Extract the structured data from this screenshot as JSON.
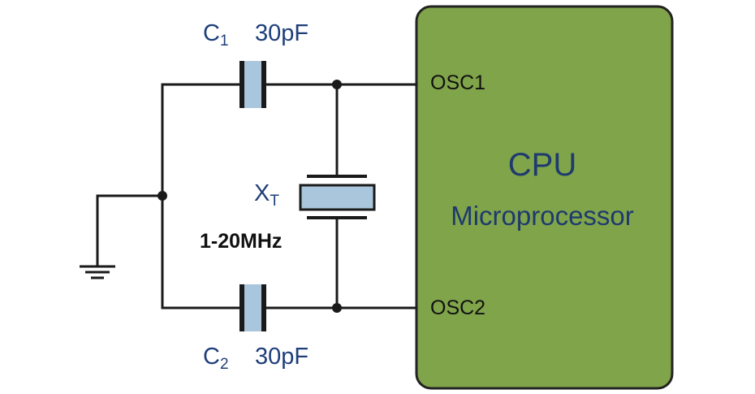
{
  "capacitors": {
    "c1": {
      "letter": "C",
      "sub": "1",
      "value": "30pF"
    },
    "c2": {
      "letter": "C",
      "sub": "2",
      "value": "30pF"
    }
  },
  "crystal": {
    "letter": "X",
    "sub": "T",
    "freq": "1-20MHz"
  },
  "cpu": {
    "title": "CPU",
    "subtitle": "Microprocessor",
    "pin1": "OSC1",
    "pin2": "OSC2"
  },
  "colors": {
    "cpu_fill": "#80a44a",
    "cpu_border": "#222222",
    "component_fill": "#a9c6dc",
    "label_blue": "#1f3f7a"
  }
}
